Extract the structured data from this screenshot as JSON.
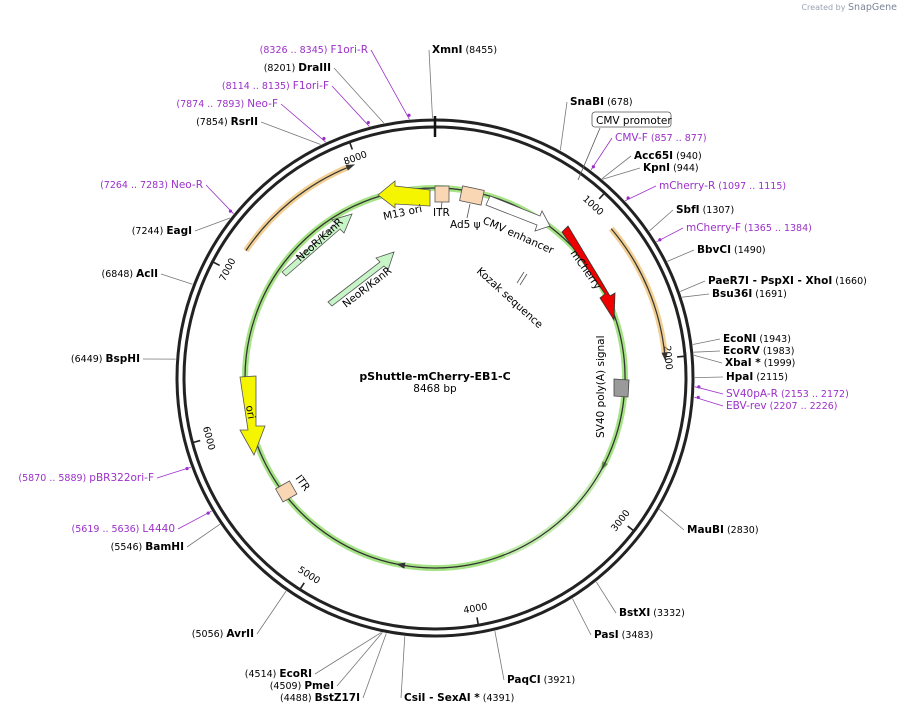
{
  "credit": {
    "prefix": "Created by",
    "brand": "SnapGene"
  },
  "plasmid": {
    "name": "pShuttle-mCherry-EB1-C",
    "length": 8468,
    "length_label": "8468 bp"
  },
  "ticks": [
    {
      "bp": 1000,
      "label": "1000"
    },
    {
      "bp": 2000,
      "label": "2000"
    },
    {
      "bp": 3000,
      "label": "3000"
    },
    {
      "bp": 4000,
      "label": "4000"
    },
    {
      "bp": 5000,
      "label": "5000"
    },
    {
      "bp": 6000,
      "label": "6000"
    },
    {
      "bp": 7000,
      "label": "7000"
    },
    {
      "bp": 8000,
      "label": "8000"
    }
  ],
  "enzymes": [
    {
      "name": "XmnI",
      "pos": "(8455)",
      "bp": 8455,
      "side": "right"
    },
    {
      "name": "SnaBI",
      "pos": "(678)",
      "bp": 678,
      "side": "right"
    },
    {
      "name": "Acc65I",
      "pos": "(940)",
      "bp": 940,
      "side": "right"
    },
    {
      "name": "KpnI",
      "pos": "(944)",
      "bp": 944,
      "side": "right"
    },
    {
      "name": "SbfI",
      "pos": "(1307)",
      "bp": 1307,
      "side": "right"
    },
    {
      "name": "BbvCI",
      "pos": "(1490)",
      "bp": 1490,
      "side": "right"
    },
    {
      "name": "PaeR7I - PspXI - XhoI",
      "pos": "(1660)",
      "bp": 1660,
      "side": "right"
    },
    {
      "name": "Bsu36I",
      "pos": "(1691)",
      "bp": 1691,
      "side": "right"
    },
    {
      "name": "EcoNI",
      "pos": "(1943)",
      "bp": 1943,
      "side": "right"
    },
    {
      "name": "EcoRV",
      "pos": "(1983)",
      "bp": 1983,
      "side": "right"
    },
    {
      "name": "XbaI *",
      "pos": "(1999)",
      "bp": 1999,
      "side": "right"
    },
    {
      "name": "HpaI",
      "pos": "(2115)",
      "bp": 2115,
      "side": "right"
    },
    {
      "name": "MauBI",
      "pos": "(2830)",
      "bp": 2830,
      "side": "right"
    },
    {
      "name": "BstXI",
      "pos": "(3332)",
      "bp": 3332,
      "side": "right"
    },
    {
      "name": "PasI",
      "pos": "(3483)",
      "bp": 3483,
      "side": "right"
    },
    {
      "name": "PaqCI",
      "pos": "(3921)",
      "bp": 3921,
      "side": "right"
    },
    {
      "name": "CsiI - SexAI *",
      "pos": "(4391)",
      "bp": 4391,
      "side": "right"
    },
    {
      "name": "BstZ17I",
      "pos": "(4488)",
      "bp": 4488,
      "side": "left"
    },
    {
      "name": "PmeI",
      "pos": "(4509)",
      "bp": 4509,
      "side": "left"
    },
    {
      "name": "EcoRI",
      "pos": "(4514)",
      "bp": 4514,
      "side": "left"
    },
    {
      "name": "AvrII",
      "pos": "(5056)",
      "bp": 5056,
      "side": "left"
    },
    {
      "name": "BamHI",
      "pos": "(5546)",
      "bp": 5546,
      "side": "left"
    },
    {
      "name": "BspHI",
      "pos": "(6449)",
      "bp": 6449,
      "side": "left"
    },
    {
      "name": "AclI",
      "pos": "(6848)",
      "bp": 6848,
      "side": "left"
    },
    {
      "name": "EagI",
      "pos": "(7244)",
      "bp": 7244,
      "side": "left"
    },
    {
      "name": "RsrII",
      "pos": "(7854)",
      "bp": 7854,
      "side": "left"
    },
    {
      "name": "DraIII",
      "pos": "(8201)",
      "bp": 8201,
      "side": "left"
    }
  ],
  "primers": [
    {
      "name": "F1ori-R",
      "range": "(8326 .. 8345)",
      "bp": 8335,
      "side": "left"
    },
    {
      "name": "F1ori-F",
      "range": "(8114 .. 8135)",
      "bp": 8124,
      "side": "left"
    },
    {
      "name": "Neo-F",
      "range": "(7874 .. 7893)",
      "bp": 7883,
      "side": "left"
    },
    {
      "name": "Neo-R",
      "range": "(7264 .. 7283)",
      "bp": 7273,
      "side": "left"
    },
    {
      "name": "pBR322ori-F",
      "range": "(5870 .. 5889)",
      "bp": 5879,
      "side": "left"
    },
    {
      "name": "L4440",
      "range": "(5619 .. 5636)",
      "bp": 5627,
      "side": "left"
    },
    {
      "name": "CMV-F",
      "range": "(857 .. 877)",
      "bp": 867,
      "side": "right"
    },
    {
      "name": "mCherry-R",
      "range": "(1097 .. 1115)",
      "bp": 1106,
      "side": "right"
    },
    {
      "name": "mCherry-F",
      "range": "(1365 .. 1384)",
      "bp": 1374,
      "side": "right"
    },
    {
      "name": "SV40pA-R",
      "range": "(2153 .. 2172)",
      "bp": 2162,
      "side": "right"
    },
    {
      "name": "EBV-rev",
      "range": "(2207 .. 2226)",
      "bp": 2216,
      "side": "right"
    }
  ],
  "features": [
    {
      "label": "M13 ori",
      "color": "#f5f500"
    },
    {
      "label": "ITR",
      "color": "#fad7b4"
    },
    {
      "label": "Ad5 ψ",
      "color": "#fad7b4"
    },
    {
      "label": "CMV enhancer",
      "color": "#ffffff"
    },
    {
      "label": "CMV promoter",
      "color": "#ffffff"
    },
    {
      "label": "mCherry",
      "color": "#ee0000"
    },
    {
      "label": "Kozak sequence",
      "color": "#ffffff"
    },
    {
      "label": "SV40 poly(A) signal",
      "color": "#999999"
    },
    {
      "label": "NeoR/KanR",
      "color": "#c8f5c8"
    },
    {
      "label": "NeoR/KanR",
      "color": "#c8f5c8"
    },
    {
      "label": "ori",
      "color": "#f5f500"
    },
    {
      "label": "ITR",
      "color": "#fad7b4"
    }
  ],
  "colors": {
    "primer": "#9b30c8",
    "orf_orange": "#e8a83a",
    "orf_green": "#8fdc68",
    "backbone": "#222222"
  }
}
